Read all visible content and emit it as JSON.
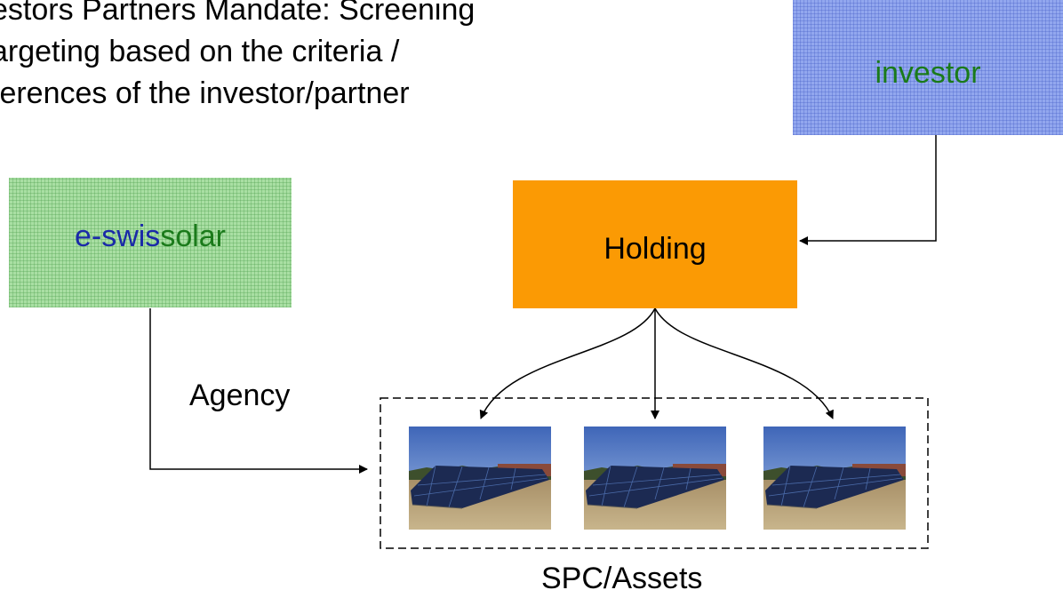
{
  "heading": {
    "line1": "estors Partners Mandate: Screening",
    "line2": "argeting based on the criteria /",
    "line3": "ferences of the investor/partner"
  },
  "nodes": {
    "investor": "investor",
    "eswissolar_part_a": "e-swis",
    "eswissolar_part_b": "solar",
    "holding": "Holding"
  },
  "edge_labels": {
    "agency": "Agency",
    "spc_assets": "SPC/Assets"
  },
  "colors": {
    "investor_fill": "#92a7ee",
    "eswissolar_fill": "#a9dfa3",
    "holding_fill": "#fb9a04",
    "text_blue": "#1a2aa8",
    "text_green": "#1a7a1a"
  },
  "asset_images": [
    "solar-panel-photo",
    "solar-panel-photo",
    "solar-panel-photo"
  ]
}
